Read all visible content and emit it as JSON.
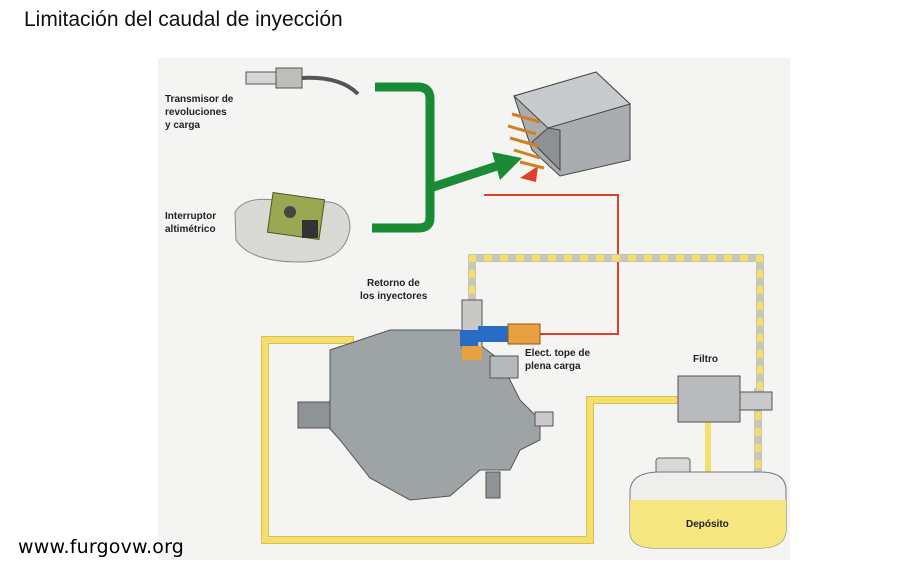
{
  "title": "Limitación del caudal de inyección",
  "labels": {
    "transmisor_l1": "Transmisor de",
    "transmisor_l2": "revoluciones",
    "transmisor_l3": "y carga",
    "interruptor_l1": "Interruptor",
    "interruptor_l2": "altimétrico",
    "retorno_l1": "Retorno de",
    "retorno_l2": "los inyectores",
    "elect_l1": "Elect. tope de",
    "elect_l2": "plena carga",
    "filtro": "Filtro",
    "deposito": "Depósito"
  },
  "watermark": "www.furgovw.org",
  "colors": {
    "signal_line": "#1a8a34",
    "control_line": "#e0402a",
    "fuel_line": "#f2df70",
    "return_line_dash": "#f2df70",
    "pump_body": "#9ea3a6",
    "tank_fuel": "#f5e680"
  }
}
